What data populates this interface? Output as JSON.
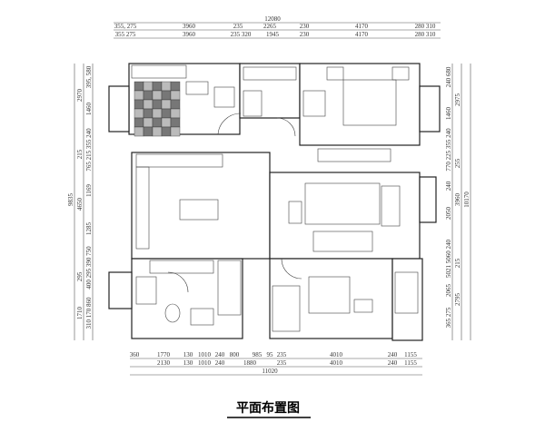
{
  "title": "平面布置图",
  "dimensions": {
    "top_total": "12080",
    "top_row1": [
      "355, 275",
      "3960",
      "235",
      "2265",
      "230",
      "4170",
      "280 310"
    ],
    "top_row2": [
      "355 275",
      "3960",
      "235 320",
      "1945",
      "230",
      "4170",
      "280 310"
    ],
    "bottom_row1": [
      "360",
      "1770",
      "130",
      "1010",
      "240",
      "800",
      "985",
      "95",
      "235",
      "4010",
      "240",
      "1155"
    ],
    "bottom_row2": [
      "2130",
      "130",
      "1010",
      "240",
      "1880",
      "235",
      "4010",
      "240",
      "1155"
    ],
    "bottom_total": "11020",
    "left_total": "9835",
    "left_mid": [
      "2970",
      "215",
      "4650",
      "295",
      "1710"
    ],
    "left_inner": [
      "395, 580",
      "1460",
      "765 215 355 240",
      "1169",
      "1285",
      "400 295 390 750",
      "310 170 860"
    ],
    "right_total": "10170",
    "right_mid": [
      "2975",
      "255",
      "3960",
      "215",
      "2795"
    ],
    "right_inner": [
      "240 680",
      "1460",
      "770 225 355 240",
      "240",
      "2050",
      "5021 5060 240",
      "2065",
      "365 275"
    ]
  }
}
